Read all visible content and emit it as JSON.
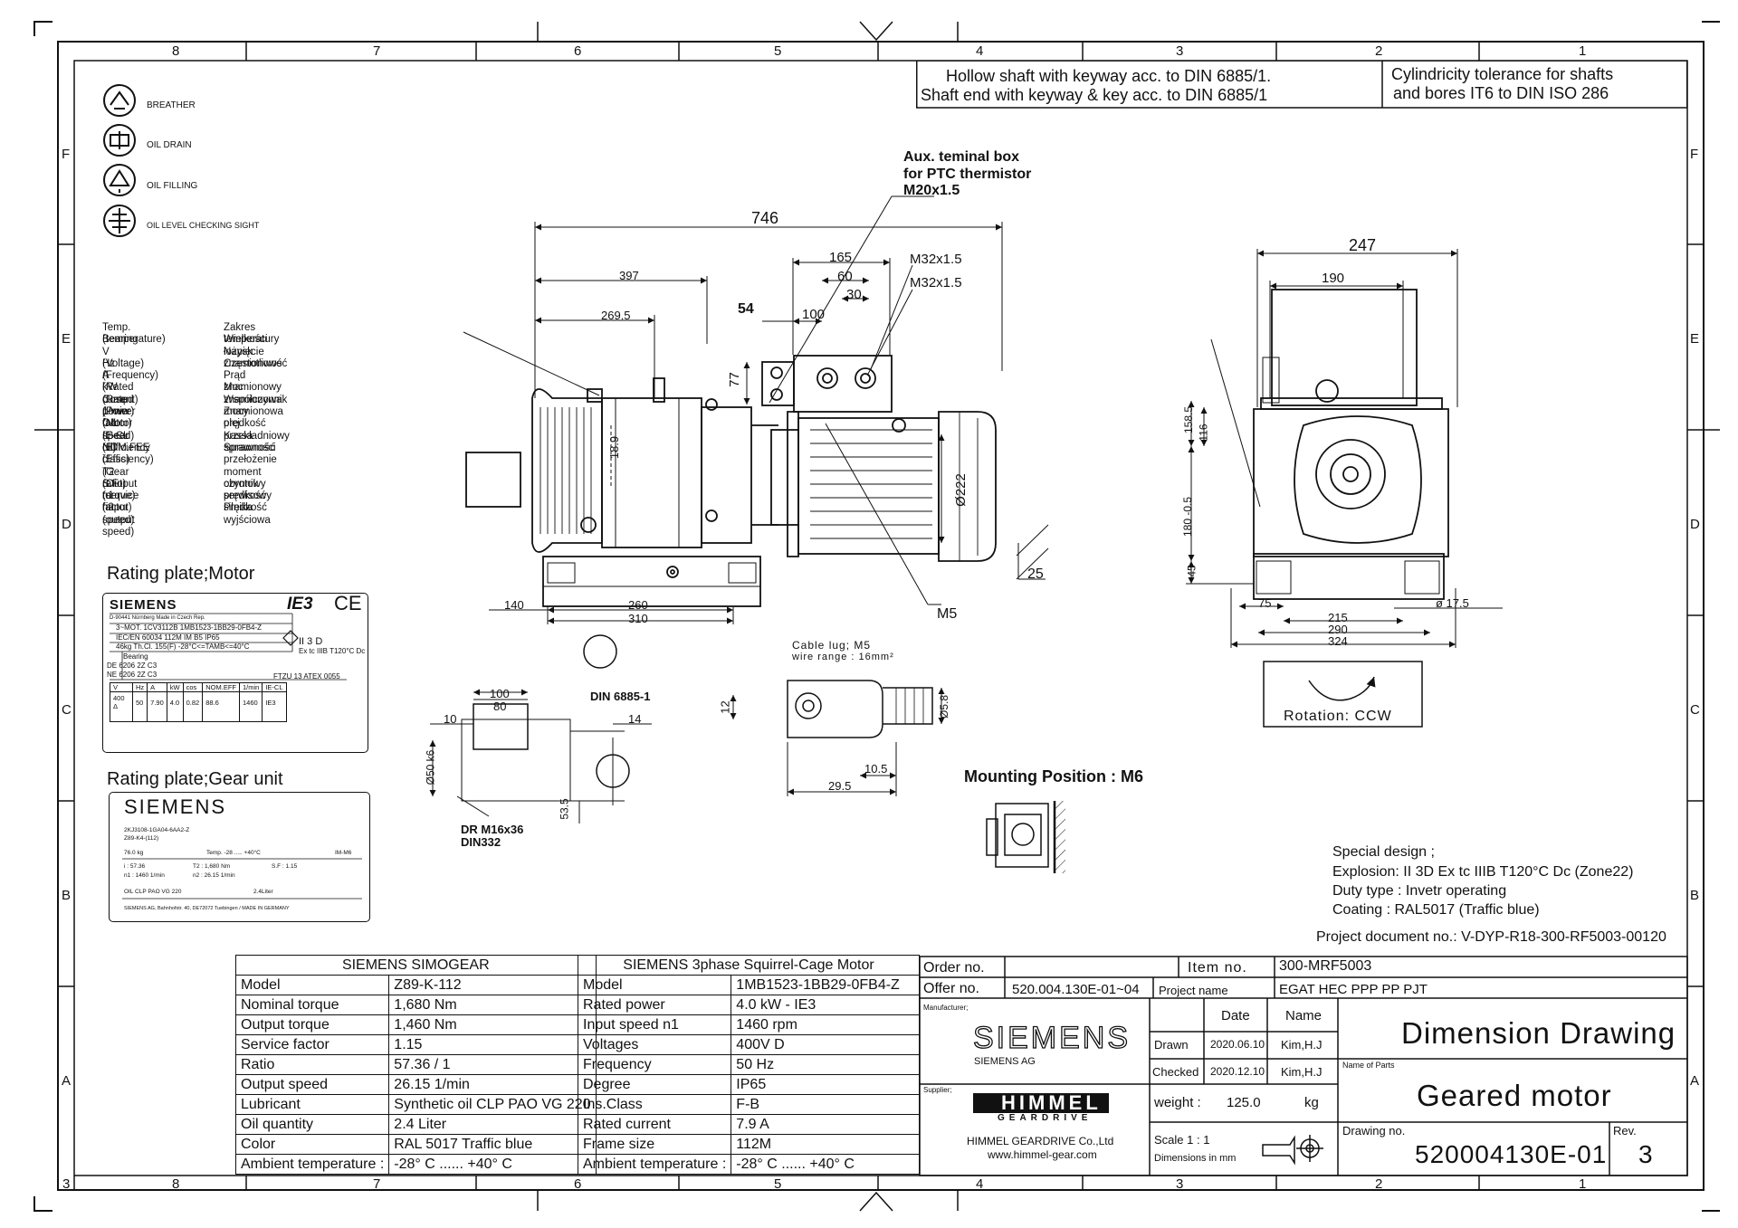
{
  "frame": {
    "cols_top": [
      "8",
      "7",
      "6",
      "5",
      "4",
      "3",
      "2",
      "1"
    ],
    "cols_bottom": [
      "8",
      "7",
      "6",
      "5",
      "4",
      "3",
      "2",
      "1"
    ],
    "rows": [
      "F",
      "E",
      "D",
      "C",
      "B",
      "A"
    ],
    "sheet_mark": "3"
  },
  "notes": {
    "hollow_shaft_1": "Hollow shaft with keyway acc. to DIN 6885/1.",
    "hollow_shaft_2": "Shaft end with keyway & key acc. to DIN 6885/1",
    "cylindricity_1": "Cylindricity tolerance for shafts",
    "cylindricity_2": "and bores IT6 to DIN ISO 286",
    "aux_box_1": "Aux. teminal box",
    "aux_box_2": "for PTC thermistor",
    "aux_box_3": "M20x1.5",
    "cable_lug_1": "Cable lug; M5",
    "cable_lug_2": "wire range : 16mm²",
    "din_6885": "DIN 6885-1",
    "dr_1": "DR M16x36",
    "dr_2": "DIN332",
    "mounting": "Mounting Position : M6",
    "rotation": "Rotation: CCW"
  },
  "symbols": [
    {
      "icon": "breather-icon",
      "label": "BREATHER"
    },
    {
      "icon": "oil-drain-icon",
      "label": "OIL DRAIN"
    },
    {
      "icon": "oil-filling-icon",
      "label": "OIL FILLING"
    },
    {
      "icon": "oil-level-icon",
      "label": "OIL LEVEL CHECKING SIGHT"
    }
  ],
  "legend": [
    {
      "en": "Temp. (temperature)",
      "pl": "Zakres temperatury"
    },
    {
      "en": "Bearing",
      "pl": "Wielkości łożysk"
    },
    {
      "en": "V  (Voltage)",
      "pl": "Napięcie znamionowe"
    },
    {
      "en": "Hz (Frequency)",
      "pl": "Częstotliwość"
    },
    {
      "en": "A (Rated current)",
      "pl": "Prąd znamionowy"
    },
    {
      "en": "kW (Rated power)",
      "pl": "Moc znamionowa"
    },
    {
      "en": "Cosφ  (Power factor)",
      "pl": "Współczynnik mocy"
    },
    {
      "en": "1/min (Motor speed)",
      "pl": "Znamionowa prędkość"
    },
    {
      "en": "OIL (Gear oil)",
      "pl": "olej przekładniowy"
    },
    {
      "en": "IE-CL (Efficiency class)",
      "pl": "Kassa sprawności"
    },
    {
      "en": "NOM.FEE (Efficiency)",
      "pl": "Sprawność"
    },
    {
      "en": "i (Gear ratio)",
      "pl": "przełożenie"
    },
    {
      "en": "T2 (Output torque)",
      "pl": "moment obrotowy"
    },
    {
      "en": "S.F (service factor)",
      "pl": "czynnik serwisowy"
    },
    {
      "en": "n1 (input speed)",
      "pl": "prędkość silnika"
    },
    {
      "en": "n2 (output speed)",
      "pl": "Prędkość wyjściowa"
    }
  ],
  "plate_motor": {
    "heading": "Rating plate;Motor",
    "brand": "SIEMENS",
    "mark_ie": "IE3",
    "mark_ce": "CE",
    "addr": "D-90441 Nürnberg  Made in Czech Rep.",
    "type_line": "3~MOT.  1CV3112B    1MB1523-1BB29-0FB4-Z",
    "std_line": "IEC/EN 60034     112M     IM B5     IP65",
    "weight_line": "46kg   Th.Cl. 155(F)     -28°C<=TAMB<=40°C",
    "atex_1": "II 3 D",
    "atex_2": "Ex tc IIIB T120°C Dc",
    "bearing_hdr": "Bearing",
    "bearing_de": "DE  6206  2Z C3",
    "bearing_ne": "NE  6206  2Z C3",
    "cert": "FTZU 13 ATEX 0055",
    "table_head": [
      "V",
      "Hz",
      "A",
      "kW",
      "cos",
      "NOM.EFF",
      "1/min",
      "IE-CL"
    ],
    "table_vals": [
      "400 Δ",
      "50",
      "7.90",
      "4.0",
      "0.82",
      "88.6",
      "1460",
      "IE3"
    ]
  },
  "plate_gear": {
    "heading": "Rating plate;Gear unit",
    "brand": "SIEMENS",
    "code_1": "2KJ3108-1GA04-6AA2-Z",
    "code_2": "Z89-K4-(112)",
    "weight": "76.0 kg",
    "temp": "Temp.  -28 ..... +40°C",
    "mount": "IM-M6",
    "ratio": "i : 57.36",
    "t2": "T2 : 1,680 Nm",
    "sf": "S.F : 1.15",
    "n1": "n1 : 1460  1/min",
    "n2": "n2 : 26.15  1/min",
    "oil": "OIL CLP PAO VG 220",
    "oil_qty": "2.4Liter",
    "footer": "SIEMENS AG, Bahnhofstr. 40, DE72072 Tuebingen / MADE IN GERMANY"
  },
  "dims": {
    "l746": "746",
    "l397": "397",
    "l269": "269.5",
    "l165": "165",
    "l60": "60",
    "l30": "30",
    "l100": "100",
    "l54": "54",
    "l77": "77",
    "m32a": "M32x1.5",
    "m32b": "M32x1.5",
    "l18": "18.9",
    "d222": "Ø222",
    "l25": "25",
    "l140": "140",
    "l260": "260",
    "l310": "310",
    "m5": "M5",
    "l247": "247",
    "l190": "190",
    "l158": "158.5",
    "l116": "116",
    "l180": "180 -0.5",
    "l45": "45",
    "l75": "75",
    "l215": "215",
    "l290": "290",
    "l324": "324",
    "d17": "ø 17.5",
    "k100": "100",
    "k80": "80",
    "k10": "10",
    "k14": "14",
    "d50": "Ø50 k6",
    "k53": "53.5",
    "c12": "12",
    "c58": "Ø5.8",
    "c10": "10.5",
    "c29": "29.5"
  },
  "special": {
    "l1": "Special design ;",
    "l2": "Explosion: II 3D Ex tc IIIB T120°C Dc (Zone22)",
    "l3": "Duty type : Invetr operating",
    "l4": "Coating : RAL5017 (Traffic blue)",
    "project": "Project document no.: V-DYP-R18-300-RF5003-00120"
  },
  "gear_table": {
    "title": "SIEMENS SIMOGEAR",
    "rows": [
      [
        "Model",
        "Z89-K-112"
      ],
      [
        "Nominal torque",
        "1,680 Nm"
      ],
      [
        "Output torque",
        "1,460 Nm"
      ],
      [
        "Service factor",
        "1.15"
      ],
      [
        "Ratio",
        "57.36  /  1"
      ],
      [
        "Output speed",
        "26.15   1/min"
      ],
      [
        "Lubricant",
        "Synthetic oil CLP PAO VG 220"
      ],
      [
        "Oil quantity",
        "2.4 Liter"
      ],
      [
        "Color",
        "RAL 5017 Traffic blue"
      ],
      [
        "Ambient temperature :",
        "-28° C  ......   +40° C"
      ]
    ]
  },
  "motor_table": {
    "title": "SIEMENS 3phase Squirrel-Cage Motor",
    "rows": [
      [
        "Model",
        "1MB1523-1BB29-0FB4-Z"
      ],
      [
        "Rated power",
        "4.0 kW   -   IE3"
      ],
      [
        "Input speed n1",
        "1460 rpm"
      ],
      [
        "Voltages",
        "400V D"
      ],
      [
        "Frequency",
        "50 Hz"
      ],
      [
        "Degree",
        "IP65"
      ],
      [
        "Ins.Class",
        "F-B"
      ],
      [
        "Rated current",
        "7.9 A"
      ],
      [
        "Frame size",
        "112M"
      ],
      [
        "Ambient temperature :",
        "-28° C  ......   +40° C"
      ]
    ]
  },
  "title_block": {
    "order_no_label": "Order no.",
    "order_no": "",
    "item_no_label": "Item no.",
    "item_no": "300-MRF5003",
    "offer_no_label": "Offer no.",
    "offer_no": "520.004.130E-01~04",
    "project_label": "Project name",
    "project_name": "EGAT HEC PPP PP PJT",
    "manufacturer_label": "Manufacturer;",
    "manufacturer_logo": "SIEMENS",
    "manufacturer_name": "SIEMENS AG",
    "supplier_label": "Supplier;",
    "supplier_logo": "HIMMEL",
    "supplier_logo_sub": "GEARDRIVE",
    "supplier_name": "HIMMEL GEARDRIVE Co.,Ltd",
    "supplier_web": "www.himmel-gear.com",
    "date_hdr": "Date",
    "name_hdr": "Name",
    "drawn_label": "Drawn",
    "drawn_date": "2020.06.10",
    "drawn_name": "Kim,H.J",
    "checked_label": "Checked",
    "checked_date": "2020.12.10",
    "checked_name": "Kim,H.J",
    "weight_label": "weight :",
    "weight_val": "125.0",
    "weight_unit": "kg",
    "scale_label": "Scale  1 : 1",
    "dim_unit": "Dimensions in mm",
    "doc_title": "Dimension Drawing",
    "parts_label": "Name of Parts",
    "parts_name": "Geared motor",
    "drawing_no_label": "Drawing no.",
    "drawing_no": "520004130E-01",
    "rev_label": "Rev.",
    "rev": "3"
  }
}
